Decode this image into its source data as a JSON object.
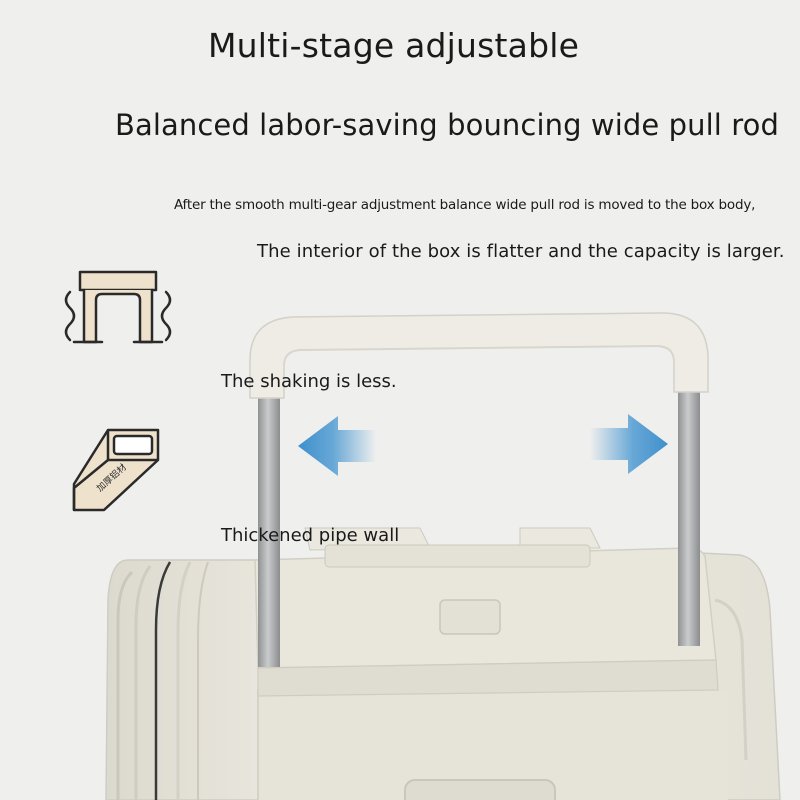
{
  "headline": "Multi-stage adjustable",
  "subheadline": "Balanced labor-saving bouncing wide pull rod",
  "description": {
    "line1": "After the smooth multi-gear adjustment balance wide pull rod is moved to the box body,",
    "line2": "The interior of the box is flatter and the capacity is larger."
  },
  "features": [
    {
      "icon": "shaking-handle-icon",
      "label": "The shaking is less."
    },
    {
      "icon": "thick-aluminum-tube-icon",
      "label": "Thickened pipe wall",
      "icon_text": "加厚铝材"
    }
  ],
  "colors": {
    "background": "#efefee",
    "luggage_body": "#e9e6dc",
    "handle": "#efece5",
    "rod": "#a9abad",
    "arrow": "#4f9bd2",
    "icon_fill": "#efe2cc",
    "icon_stroke": "#2a2a2a"
  }
}
